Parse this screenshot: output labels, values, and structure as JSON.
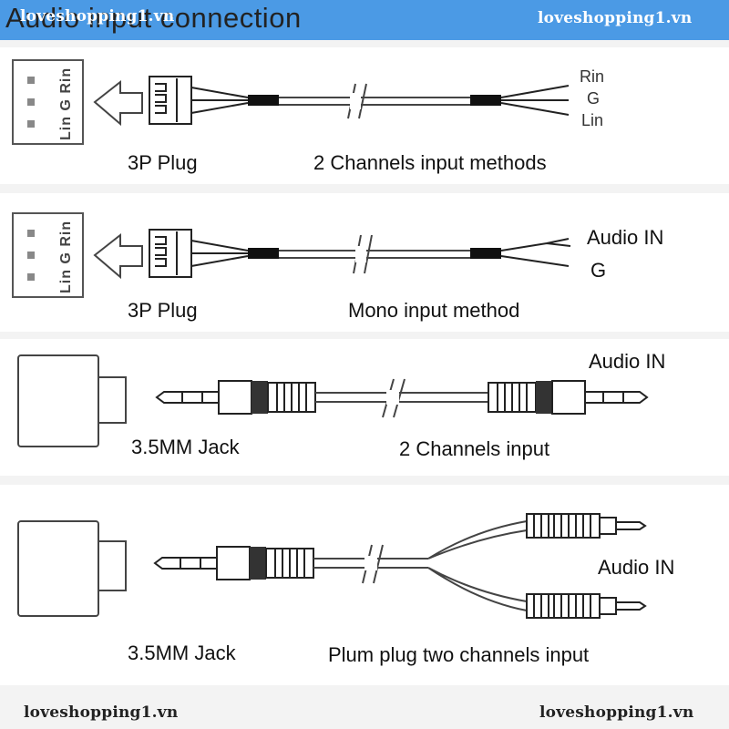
{
  "header": {
    "title": "Audio input connection",
    "watermark": "loveshopping1.vn"
  },
  "footer": {
    "watermark_left": "loveshopping1.vn",
    "watermark_right": "loveshopping1.vn"
  },
  "panels": [
    {
      "connector_pins": "Lin G Rin",
      "plug_label": "3P Plug",
      "method_label": "2 Channels input methods",
      "wires": [
        "Rin",
        "G",
        "Lin"
      ]
    },
    {
      "connector_pins": "Lin G Rin",
      "plug_label": "3P Plug",
      "method_label": "Mono input method",
      "wires": [
        "Audio IN",
        "G"
      ]
    },
    {
      "jack_label": "3.5MM Jack",
      "method_label": "2 Channels input",
      "audio_label": "Audio IN"
    },
    {
      "jack_label": "3.5MM Jack",
      "method_label": "Plum plug two channels input",
      "audio_label": "Audio IN"
    }
  ],
  "colors": {
    "header": "#4b9ae5",
    "separator": "#e6e6e6"
  }
}
